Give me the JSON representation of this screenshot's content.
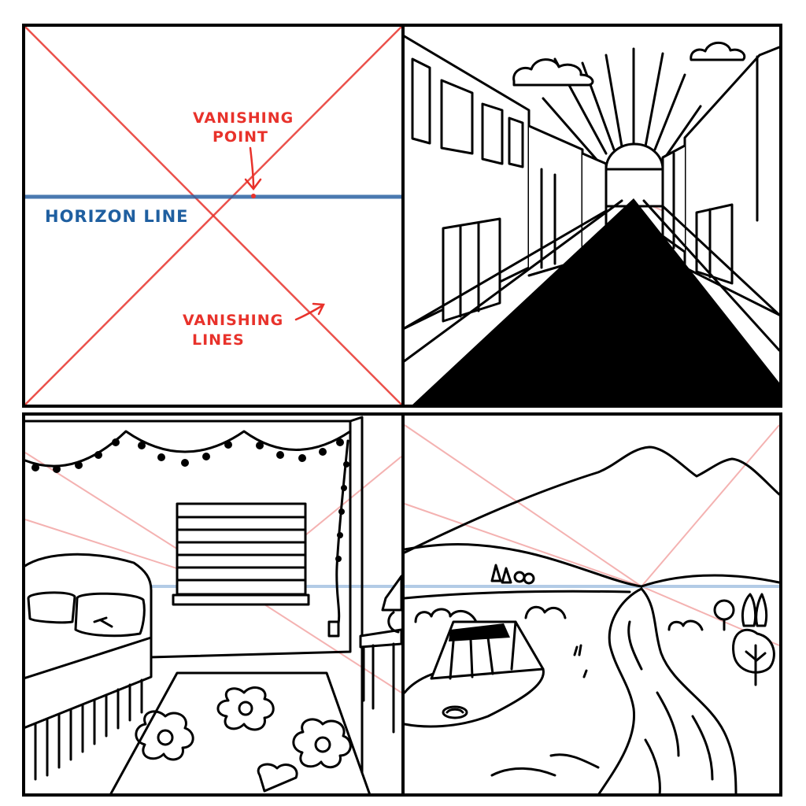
{
  "labels": {
    "vanishing_point_line1": "VANISHING",
    "vanishing_point_line2": "POINT",
    "horizon_line": "HORIZON LINE",
    "vanishing_lines_line1": "VANISHING",
    "vanishing_lines_line2": "LINES"
  },
  "colors": {
    "vanishing_red": "#e8322b",
    "horizon_blue": "#1f5fa0",
    "guide_pink": "#f2a5a3",
    "ink": "#000000"
  },
  "panels": [
    {
      "name": "panel-diagram",
      "subject": "perspective guide"
    },
    {
      "name": "panel-street",
      "subject": "city street with sun"
    },
    {
      "name": "panel-bedroom",
      "subject": "bedroom interior"
    },
    {
      "name": "panel-landscape",
      "subject": "campsite landscape with river"
    }
  ]
}
